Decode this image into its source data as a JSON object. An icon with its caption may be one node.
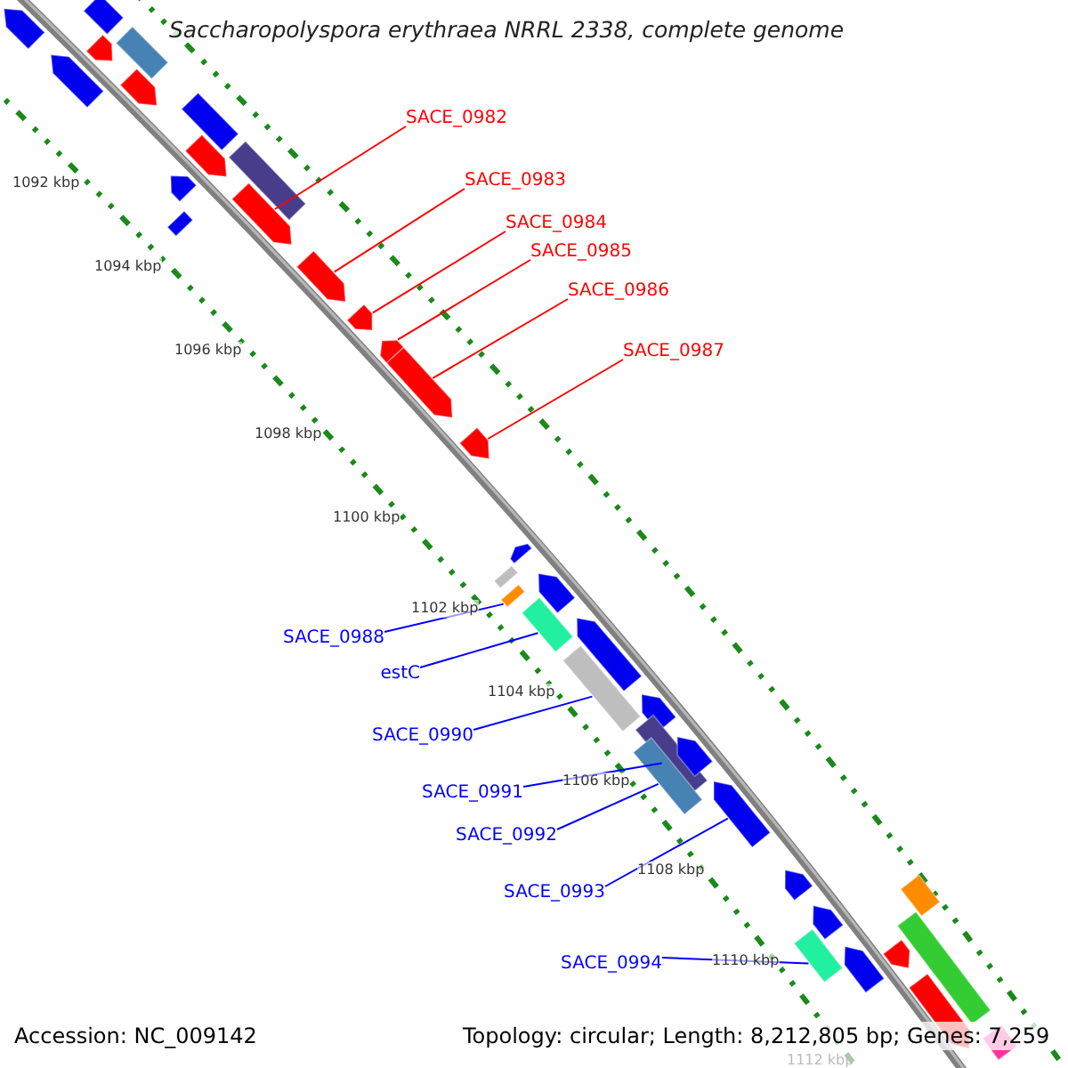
{
  "diagram": {
    "title": "Saccharopolyspora erythraea NRRL 2338, complete genome",
    "nodes": [
      {
        "text": [
          "SACE_0982"
        ]
      },
      {
        "text": [
          "SACE_0983"
        ]
      },
      {
        "text": [
          "SACE_0984"
        ]
      },
      {
        "text": [
          "SACE_0985"
        ]
      },
      {
        "text": [
          "SACE_0986"
        ]
      },
      {
        "text": [
          "SACE_0987"
        ]
      },
      {
        "text": [
          "SACE_0988"
        ]
      },
      {
        "text": [
          "estC"
        ]
      },
      {
        "text": [
          "SACE_0990"
        ]
      },
      {
        "text": [
          "SACE_0991"
        ]
      },
      {
        "text": [
          "SACE_0992"
        ]
      },
      {
        "text": [
          "SACE_0993"
        ]
      },
      {
        "text": [
          "SACE_0994"
        ]
      },
      {
        "text": [],
        "shape": "bar"
      },
      {
        "text": [],
        "shape": "bar"
      },
      {
        "text": [],
        "shape": "bar"
      },
      {
        "text": [],
        "shape": "bar"
      },
      {
        "text": [],
        "shape": "bar"
      },
      {
        "text": [],
        "shape": "bar"
      },
      {
        "text": [],
        "shape": "bar"
      },
      {
        "text": [],
        "shape": "bar"
      },
      {
        "text": [],
        "shape": "bar"
      },
      {
        "text": [],
        "shape": "bar"
      },
      {
        "text": [],
        "shape": "bar"
      },
      {
        "text": [],
        "shape": "bar"
      },
      {
        "text": [],
        "shape": "bar"
      },
      {
        "text": [],
        "shape": "bar"
      },
      {
        "text": [],
        "shape": "bar"
      },
      {
        "text": [],
        "shape": "bar"
      },
      {
        "text": [],
        "shape": "bar"
      },
      {
        "text": [],
        "shape": "bar"
      },
      {
        "text": [],
        "shape": "bar"
      },
      {
        "text": [],
        "shape": "bar"
      },
      {
        "text": [],
        "shape": "bar"
      },
      {
        "text": [],
        "shape": "bar"
      },
      {
        "text": [],
        "shape": "bar"
      },
      {
        "text": [],
        "shape": "bar"
      },
      {
        "text": [],
        "shape": "bar"
      },
      {
        "text": [],
        "shape": "bar"
      },
      {
        "text": [],
        "shape": "bar"
      },
      {
        "text": [],
        "shape": "bar"
      },
      {
        "text": [],
        "shape": "bar"
      },
      {
        "text": [],
        "shape": "bar"
      },
      {
        "text": [],
        "shape": "bar"
      },
      {
        "text": [],
        "shape": "bar"
      },
      {
        "text": [],
        "shape": "bar"
      },
      {
        "text": [],
        "shape": "bar"
      },
      {
        "text": [],
        "shape": "bar"
      },
      {
        "text": [],
        "shape": "bar"
      },
      {
        "text": [],
        "shape": "bar"
      },
      {
        "text": [],
        "shape": "bar"
      }
    ],
    "edges": [
      {
        "from": 0,
        "to": 24,
        "arrow": "none",
        "color": "#ff0000"
      },
      {
        "from": 1,
        "to": 25,
        "arrow": "none",
        "color": "#ff0000"
      },
      {
        "from": 2,
        "to": 26,
        "arrow": "none",
        "color": "#ff0000"
      },
      {
        "from": 3,
        "to": 27,
        "arrow": "none",
        "color": "#ff0000"
      },
      {
        "from": 4,
        "to": 28,
        "arrow": "none",
        "color": "#ff0000"
      },
      {
        "from": 5,
        "to": 29,
        "arrow": "none",
        "color": "#ff0000"
      },
      {
        "from": 6,
        "to": 32,
        "arrow": "none"
      },
      {
        "from": 7,
        "to": 34,
        "arrow": "none"
      },
      {
        "from": 8,
        "to": 36,
        "arrow": "none"
      },
      {
        "from": 9,
        "to": 38,
        "arrow": "none"
      },
      {
        "from": 10,
        "to": 39,
        "arrow": "none"
      },
      {
        "from": 11,
        "to": 41,
        "arrow": "none"
      },
      {
        "from": 12,
        "to": 44,
        "arrow": "none"
      }
    ],
    "labels": [
      "1092 kbp",
      "1094 kbp",
      "1096 kbp",
      "1098 kbp",
      "1100 kbp",
      "1102 kbp",
      "1104 kbp",
      "1106 kbp",
      "1108 kbp",
      "1110 kbp",
      "1112 kbp",
      "Accession: NC_009142",
      "Topology: circular; Length: 8,212,805 bp; Genes: 7,259"
    ]
  }
}
